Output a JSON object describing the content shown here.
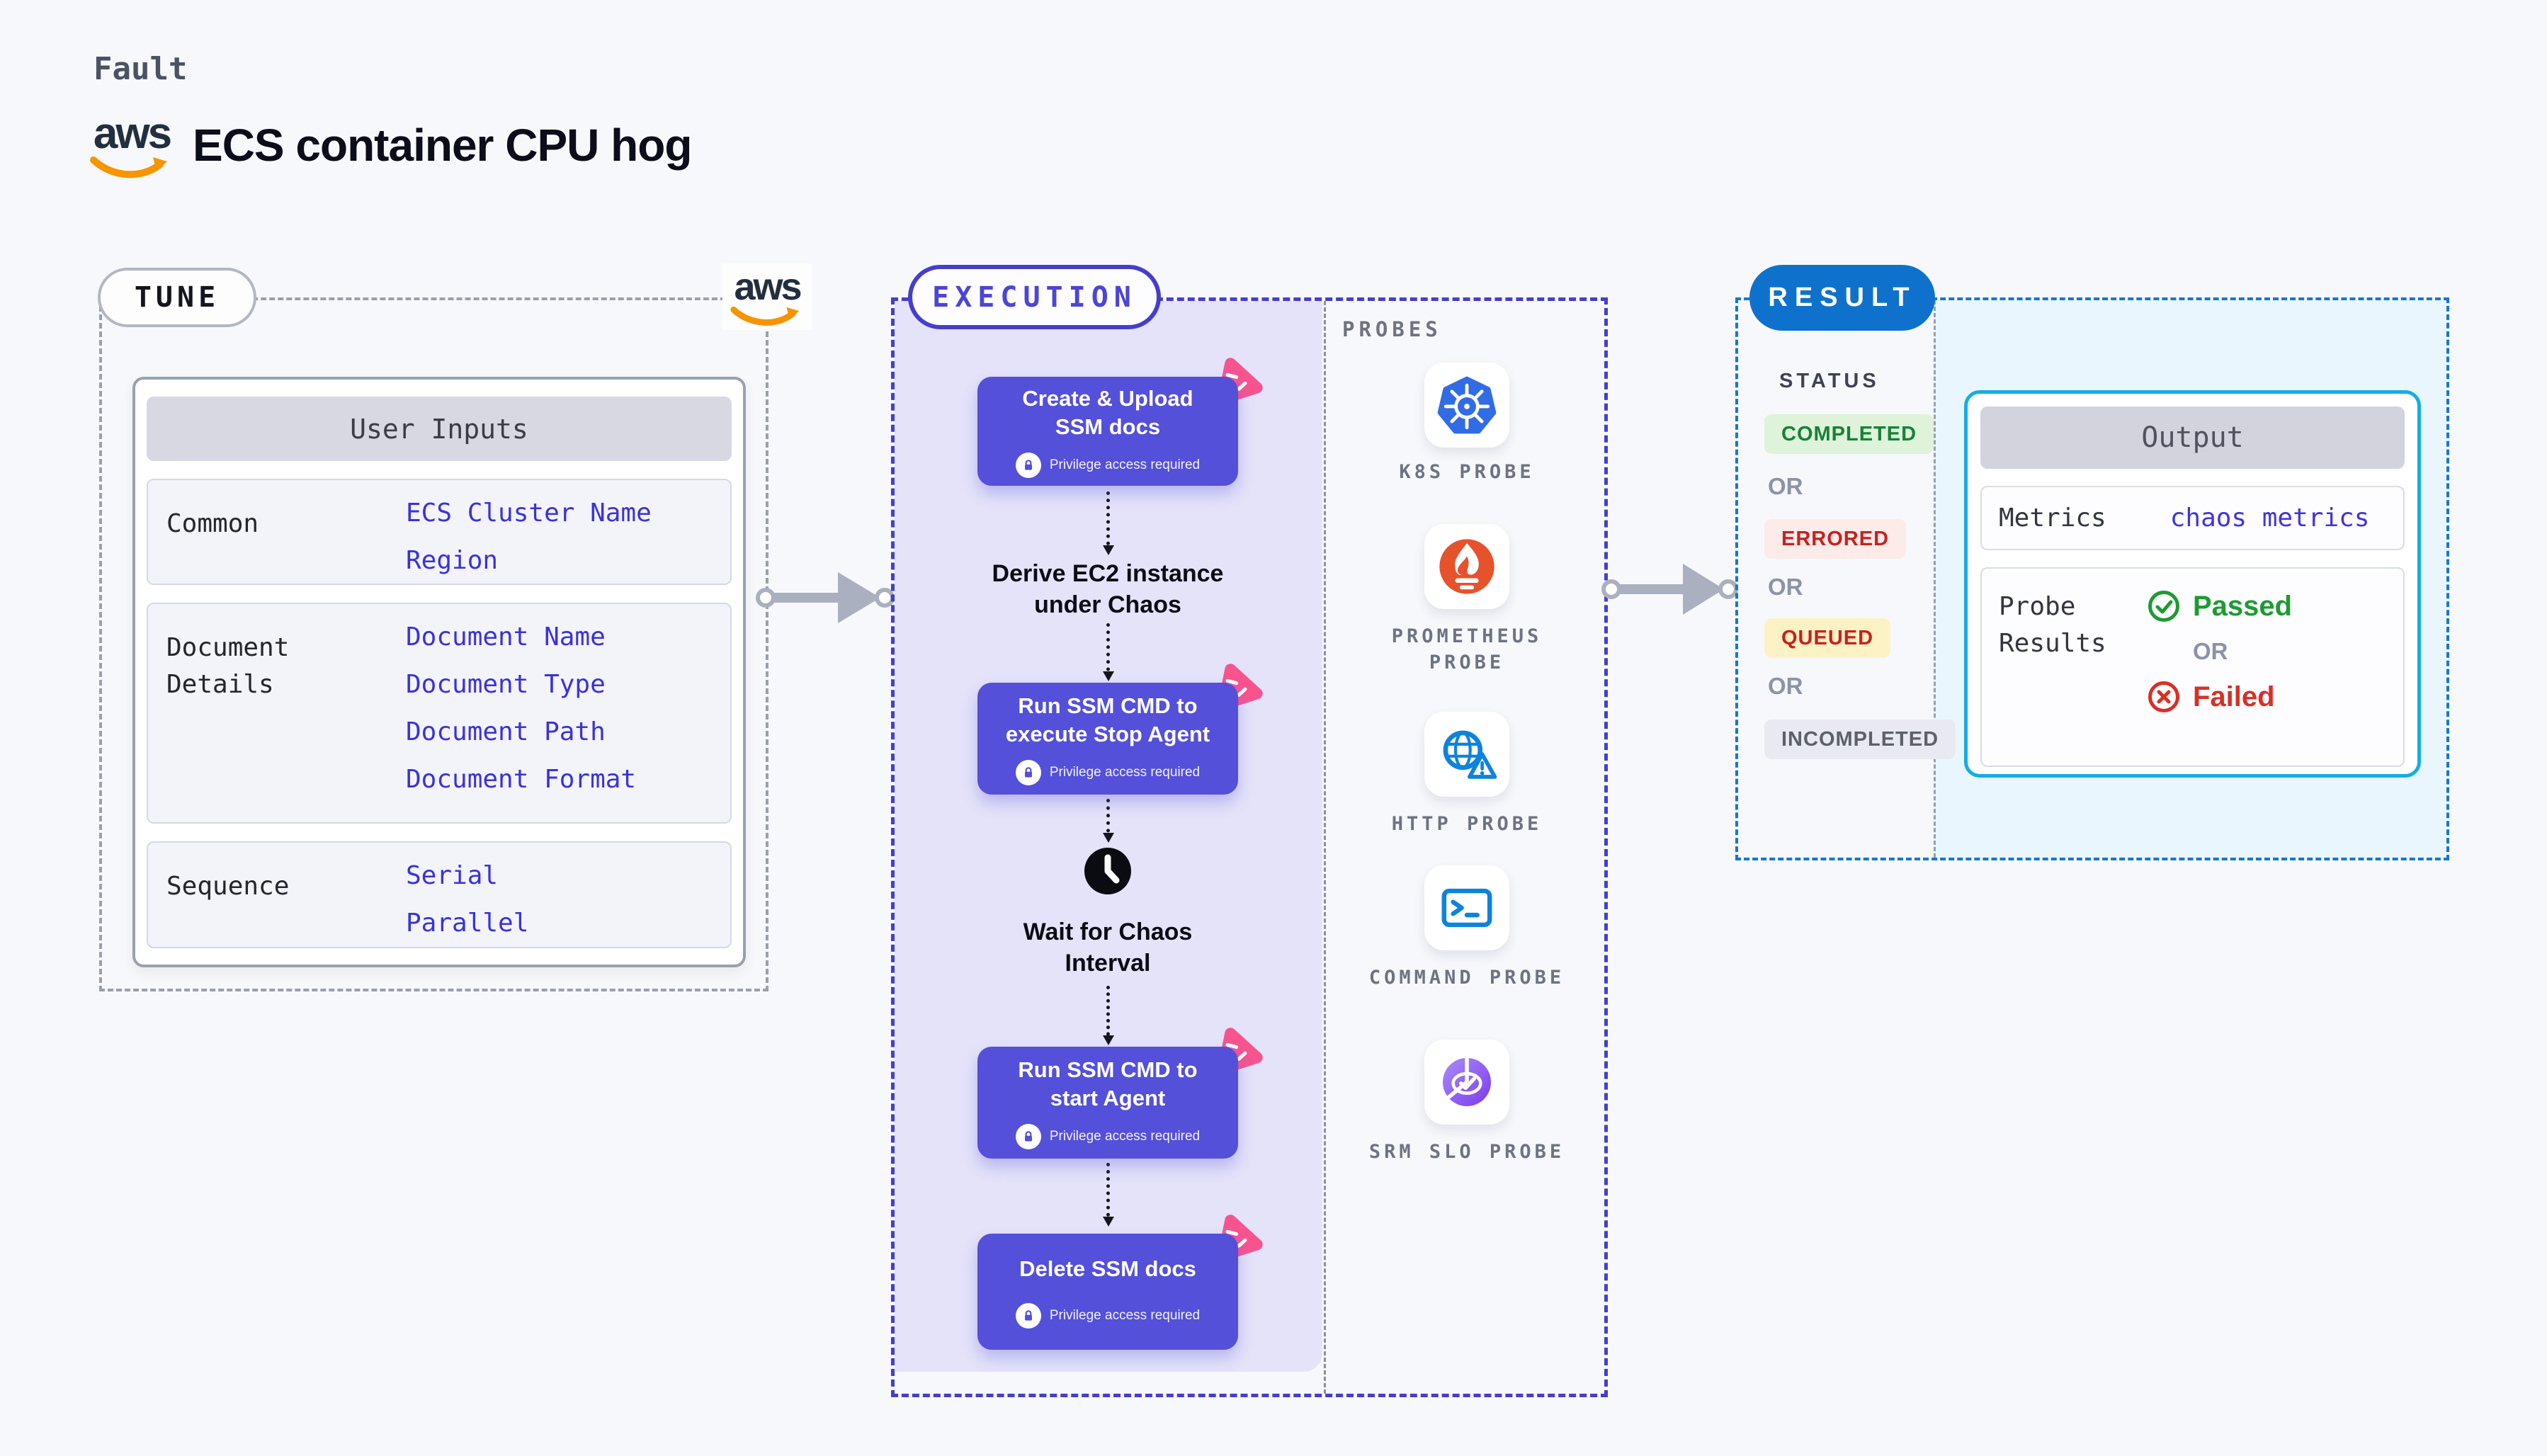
{
  "header": {
    "eyebrow": "Fault",
    "title": "ECS container CPU hog",
    "aws_logo_text": "aws"
  },
  "tune": {
    "pill": "TUNE",
    "user_inputs": {
      "header": "User Inputs",
      "rows": [
        {
          "label": "Common",
          "values": [
            "ECS Cluster Name",
            "Region"
          ]
        },
        {
          "label": "Document Details",
          "values": [
            "Document Name",
            "Document Type",
            "Document Path",
            "Document Format"
          ]
        },
        {
          "label": "Sequence",
          "values": [
            "Serial",
            "Parallel"
          ]
        }
      ]
    }
  },
  "execution": {
    "pill": "EXECUTION",
    "steps": {
      "card1": {
        "title": "Create & Upload SSM docs",
        "badge": "Privilege access required"
      },
      "text1": "Derive EC2 instance under Chaos",
      "card2": {
        "title": "Run SSM CMD to execute Stop Agent",
        "badge": "Privilege access required"
      },
      "wait_text": "Wait for Chaos Interval",
      "card3": {
        "title": "Run SSM CMD to start Agent",
        "badge": "Privilege access required"
      },
      "card4": {
        "title": "Delete SSM docs",
        "badge": "Privilege access required"
      }
    },
    "probes": {
      "label": "PROBES",
      "items": [
        {
          "name": "K8S PROBE",
          "icon": "kubernetes-icon"
        },
        {
          "name": "PROMETHEUS PROBE",
          "icon": "prometheus-icon"
        },
        {
          "name": "HTTP PROBE",
          "icon": "http-globe-warning-icon"
        },
        {
          "name": "COMMAND PROBE",
          "icon": "terminal-icon"
        },
        {
          "name": "SRM SLO PROBE",
          "icon": "slo-gauge-check-icon"
        }
      ]
    }
  },
  "result": {
    "pill": "RESULT",
    "status": {
      "label": "STATUS",
      "or": "OR",
      "badges": [
        {
          "text": "COMPLETED",
          "type": "completed",
          "bg": "#def3d9",
          "color": "#178138"
        },
        {
          "text": "ERRORED",
          "type": "errored",
          "bg": "#fcebe9",
          "color": "#c5221f"
        },
        {
          "text": "QUEUED",
          "type": "queued",
          "bg": "#fdf2c5",
          "color": "#c5221f"
        },
        {
          "text": "INCOMPLETED",
          "type": "incompleted",
          "bg": "#e9eaf1",
          "color": "#5c6069"
        }
      ]
    },
    "output": {
      "header": "Output",
      "metrics_label": "Metrics",
      "metrics_value": "chaos metrics",
      "probe_results_label": "Probe Results",
      "passed": "Passed",
      "or": "OR",
      "failed": "Failed"
    }
  },
  "colors": {
    "page_bg": "#f7f8fb",
    "tune_border": "#9aa0ab",
    "exec_accent": "#453ecd",
    "exec_panel": "#e4e3f9",
    "step_card_purple": "#5450da",
    "chaos_pink": "#f7548f",
    "result_accent": "#1477d2",
    "result_pill_blue": "#0e72cd",
    "result_bg": "#e9f6fd",
    "output_border": "#14aee2",
    "value_blue": "#3a31dd",
    "passed_green": "#1d9b31",
    "failed_red": "#d83025",
    "aws_orange": "#f79400",
    "k8s_blue": "#326ce5",
    "prometheus_orange": "#e6522c"
  }
}
